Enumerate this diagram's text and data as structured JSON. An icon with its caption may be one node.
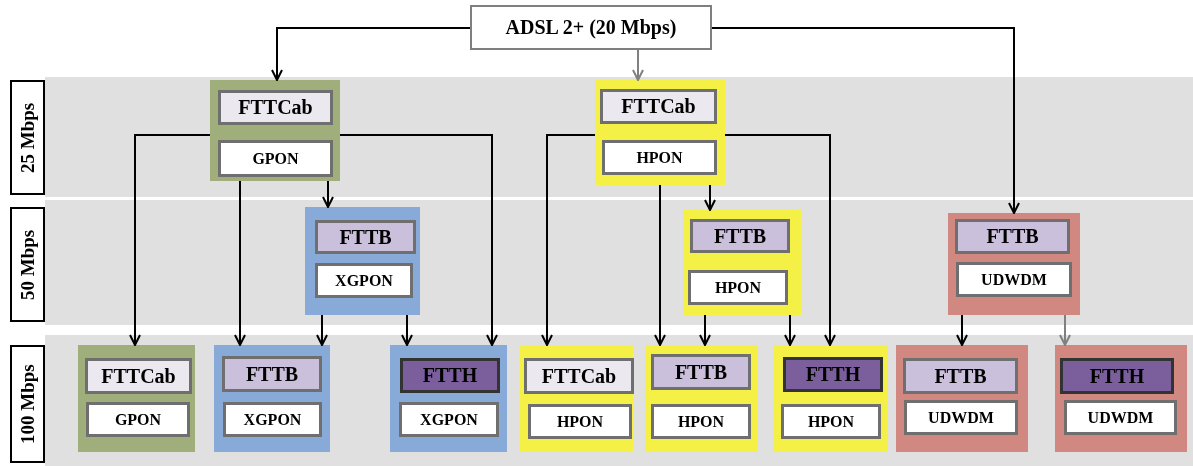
{
  "diagram": {
    "nodes": [
      {
        "text": [
          "ADSL 2+ (20 Mbps)"
        ]
      },
      {
        "text": [
          "25 Mbps"
        ]
      },
      {
        "text": [],
        "shape": "box",
        "in": 1
      },
      {
        "text": [
          "FTTCab"
        ],
        "in": 2
      },
      {
        "text": [
          "GPON"
        ],
        "in": 2
      },
      {
        "text": [],
        "shape": "box",
        "in": 1
      },
      {
        "text": [
          "FTTCab"
        ],
        "in": 5
      },
      {
        "text": [
          "HPON"
        ],
        "in": 5
      },
      {
        "text": [
          "50 Mbps"
        ]
      },
      {
        "text": [],
        "shape": "box",
        "in": 8
      },
      {
        "text": [
          "FTTB"
        ],
        "in": 9
      },
      {
        "text": [
          "XGPON"
        ],
        "in": 9
      },
      {
        "text": [],
        "shape": "box",
        "in": 8
      },
      {
        "text": [
          "FTTB"
        ],
        "in": 12
      },
      {
        "text": [
          "HPON"
        ],
        "in": 12
      },
      {
        "text": [],
        "shape": "box",
        "in": 8
      },
      {
        "text": [
          "FTTB"
        ],
        "in": 15
      },
      {
        "text": [
          "UDWDM"
        ],
        "in": 15
      },
      {
        "text": [
          "100 Mbps"
        ]
      },
      {
        "text": [],
        "shape": "box",
        "in": 18
      },
      {
        "text": [
          "FTTCab"
        ],
        "in": 19
      },
      {
        "text": [
          "GPON"
        ],
        "in": 19
      },
      {
        "text": [],
        "shape": "box",
        "in": 18
      },
      {
        "text": [
          "FTTB"
        ],
        "in": 22
      },
      {
        "text": [
          "XGPON"
        ],
        "in": 22
      },
      {
        "text": [],
        "shape": "box",
        "in": 18
      },
      {
        "text": [
          "FTTH"
        ],
        "in": 25
      },
      {
        "text": [
          "XGPON"
        ],
        "in": 25
      },
      {
        "text": [],
        "shape": "box",
        "in": 18
      },
      {
        "text": [
          "FTTCab"
        ],
        "in": 28
      },
      {
        "text": [
          "HPON"
        ],
        "in": 28
      },
      {
        "text": [],
        "shape": "box",
        "in": 18
      },
      {
        "text": [
          "FTTB"
        ],
        "in": 31
      },
      {
        "text": [
          "HPON"
        ],
        "in": 31
      },
      {
        "text": [],
        "shape": "box",
        "in": 18
      },
      {
        "text": [
          "FTTH"
        ],
        "in": 34
      },
      {
        "text": [
          "HPON"
        ],
        "in": 34
      },
      {
        "text": [],
        "shape": "box",
        "in": 18
      },
      {
        "text": [
          "FTTB"
        ],
        "in": 37
      },
      {
        "text": [
          "UDWDM"
        ],
        "in": 37
      },
      {
        "text": [],
        "shape": "box",
        "in": 18
      },
      {
        "text": [
          "FTTH"
        ],
        "in": 40
      },
      {
        "text": [
          "UDWDM"
        ],
        "in": 40
      }
    ],
    "edges": [
      {
        "from": 0,
        "to": 2,
        "arrow": "to"
      },
      {
        "from": 0,
        "to": 5,
        "arrow": "to",
        "color": "#808080"
      },
      {
        "from": 0,
        "to": 15,
        "arrow": "to"
      },
      {
        "from": 2,
        "to": 19,
        "arrow": "to"
      },
      {
        "from": 2,
        "to": 22,
        "arrow": "to"
      },
      {
        "from": 2,
        "to": 9,
        "arrow": "to"
      },
      {
        "from": 2,
        "to": 25,
        "arrow": "to"
      },
      {
        "from": 9,
        "to": 22,
        "arrow": "to"
      },
      {
        "from": 9,
        "to": 25,
        "arrow": "to"
      },
      {
        "from": 5,
        "to": 28,
        "arrow": "to"
      },
      {
        "from": 5,
        "to": 31,
        "arrow": "to"
      },
      {
        "from": 5,
        "to": 12,
        "arrow": "to"
      },
      {
        "from": 5,
        "to": 34,
        "arrow": "to"
      },
      {
        "from": 12,
        "to": 31,
        "arrow": "to"
      },
      {
        "from": 12,
        "to": 34,
        "arrow": "to"
      },
      {
        "from": 15,
        "to": 37,
        "arrow": "to"
      },
      {
        "from": 15,
        "to": 40,
        "arrow": "to",
        "color": "#808080"
      }
    ]
  }
}
